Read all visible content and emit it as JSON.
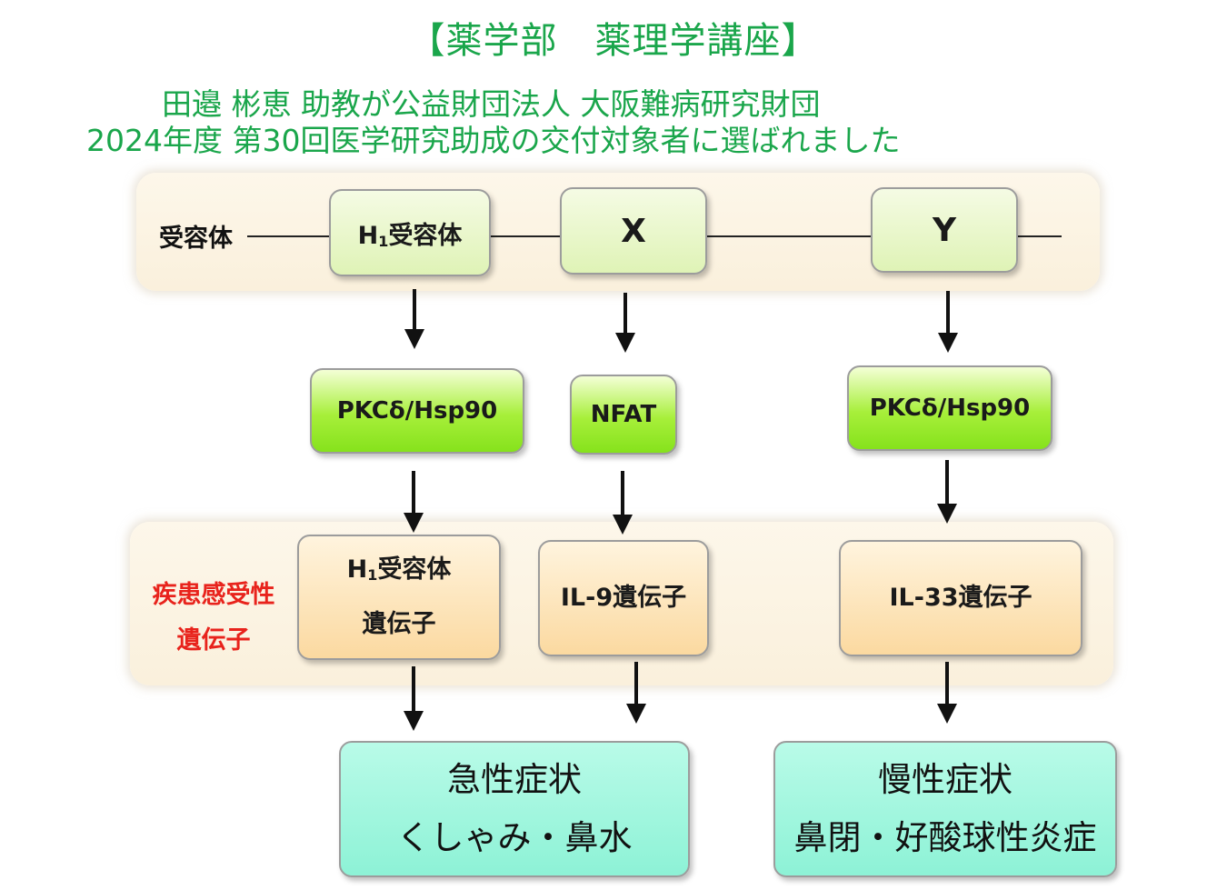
{
  "header": {
    "title": "【薬学部　薬理学講座】",
    "line1": "田邉 彬恵 助教が公益財団法人 大阪難病研究財団",
    "line2": "2024年度 第30回医学研究助成の交付対象者に選ばれました"
  },
  "diagram": {
    "receptor_row_label": "受容体",
    "receptors": {
      "h1": {
        "main": "H",
        "sub": "1",
        "rest": "受容体"
      },
      "x": "X",
      "y": "Y"
    },
    "signals": {
      "left": "PKCδ/Hsp90",
      "mid": "NFAT",
      "right": "PKCδ/Hsp90"
    },
    "gene_row_label": {
      "line1": "疾患感受性",
      "line2": "遺伝子"
    },
    "genes": {
      "left": {
        "main": "H",
        "sub": "1",
        "rest": "受容体",
        "line2": "遺伝子"
      },
      "mid": "IL-9遺伝子",
      "right": "IL-33遺伝子"
    },
    "outcomes": {
      "acute": {
        "line1": "急性症状",
        "line2": "くしゃみ・鼻水"
      },
      "chronic": {
        "line1": "慢性症状",
        "line2": "鼻閉・好酸球性炎症"
      }
    }
  },
  "colors": {
    "title_green": "#1aa64b",
    "gene_label_red": "#e8231c"
  }
}
